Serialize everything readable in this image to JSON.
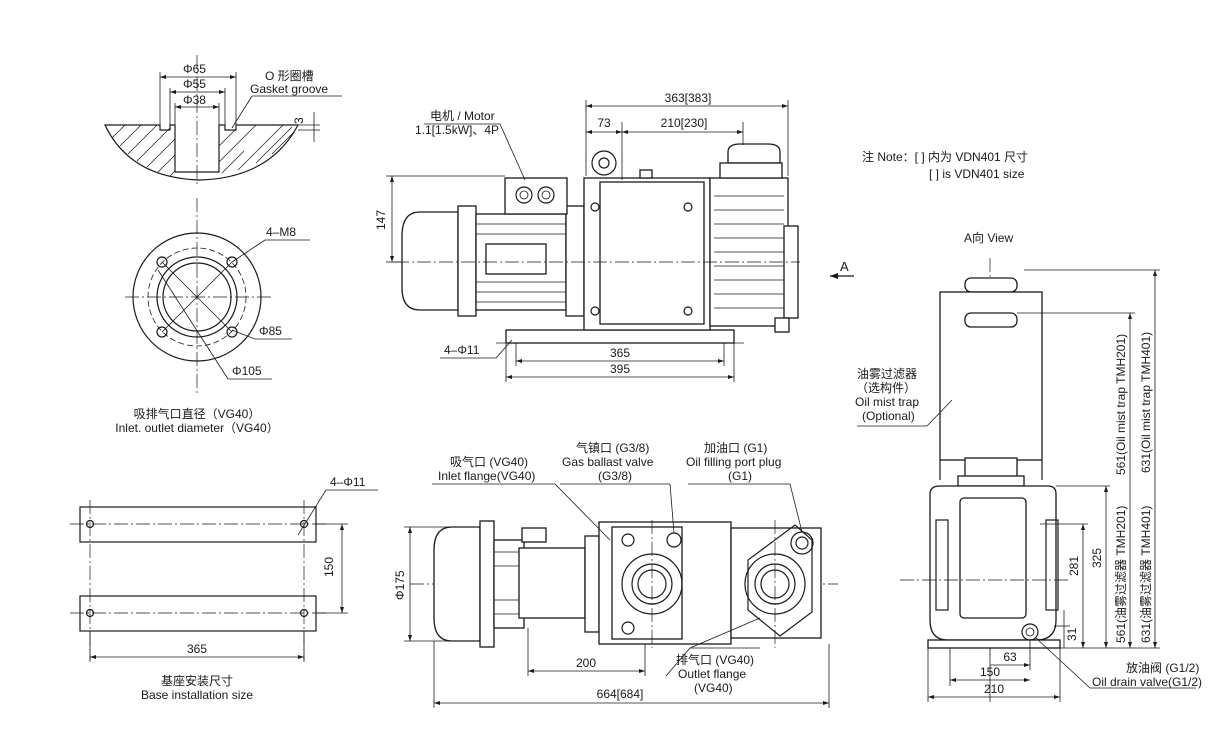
{
  "gasket": {
    "d65": "Φ65",
    "d55": "Φ55",
    "d38": "Φ38",
    "label_cn": "O 形圈槽",
    "label_en": "Gasket groove",
    "depth": "3"
  },
  "flange": {
    "bolts": "4–M8",
    "d85": "Φ85",
    "d105": "Φ105",
    "caption_cn": "吸排气口直径（VG40）",
    "caption_en": "Inlet. outlet diameter（VG40）"
  },
  "base": {
    "holes": "4–Φ11",
    "width": "150",
    "length": "365",
    "caption_cn": "基座安装尺寸",
    "caption_en": "Base installation size"
  },
  "side_view": {
    "motor_cn": "电机 / Motor",
    "motor_spec": "1.1[1.5kW]、4P",
    "overall": "363[383]",
    "d73": "73",
    "d210": "210[230]",
    "h147": "147",
    "holes": "4–Φ11",
    "d365": "365",
    "d395": "395",
    "view_marker": "A"
  },
  "note": {
    "line1": "注 Note：[ ] 内为 VDN401 尺寸",
    "line2": "[ ] is VDN401 size"
  },
  "end_view": {
    "title": "A向 View",
    "filter_cn": "油雾过滤器",
    "filter_cn2": "（选构件）",
    "filter_en": "Oil mist trap",
    "filter_en2": "(Optional)",
    "h561": "561(Oil mist trap TMH201)",
    "h631": "631(Oil mist trap TMH401)",
    "h561_cn": "561(油雾过滤器 TMH201)",
    "h631_cn": "631(油雾过滤器 TMH401)",
    "h325": "325",
    "h281": "281",
    "h31": "31",
    "w63": "63",
    "w150": "150",
    "w210": "210",
    "drain_cn": "放油阀 (G1/2)",
    "drain_en": "Oil drain valve(G1/2)"
  },
  "top_view": {
    "inlet_cn": "吸气口 (VG40)",
    "inlet_en": "Inlet flange(VG40)",
    "ballast_cn": "气镇口 (G3/8)",
    "ballast_en": "Gas ballast valve",
    "ballast_size": "(G3/8)",
    "oilfill_cn": "加油口 (G1)",
    "oilfill_en": "Oil filling port plug",
    "oilfill_size": "(G1)",
    "d175": "Φ175",
    "d200": "200",
    "overall": "664[684]",
    "outlet_cn": "排气口 (VG40)",
    "outlet_en": "Outlet flange",
    "outlet_size": "(VG40)"
  }
}
